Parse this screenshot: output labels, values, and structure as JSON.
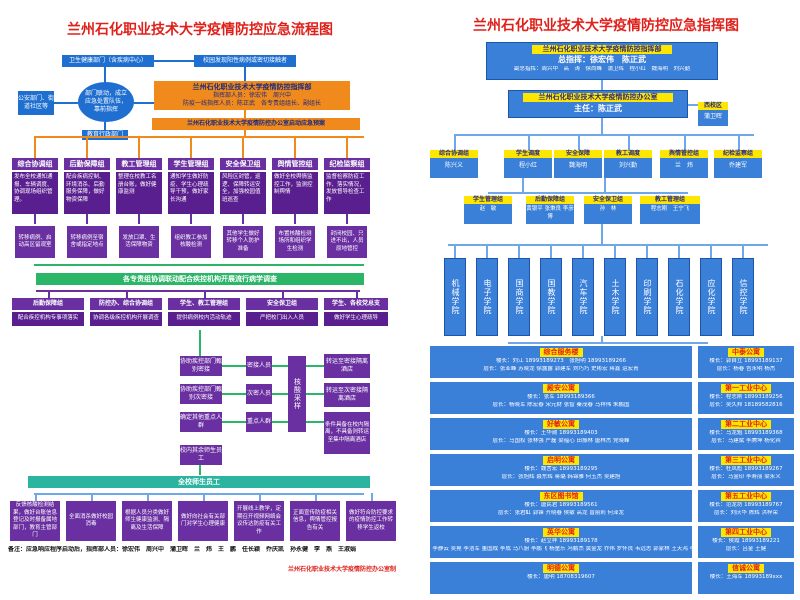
{
  "left": {
    "title": "兰州石化职业技术大学疫情防控应急流程图",
    "health_dept": "卫生健康部门（含疾病中心）",
    "campus_report": "校园发现阳性病例或密切接触者",
    "public_security": "公安部门、街道社区等",
    "dept_link": "部门联动，成立应急处置队伍，靠前指挥",
    "edu_dept": "教育行政部门",
    "hq": {
      "title": "兰州石化职业技术大学疫情防控指挥部",
      "line1": "指挥部人员：徐宏伟　周兴中",
      "line2": "防疫一线指挥人员：陈正武　各专责组组长、副组长"
    },
    "office_plan": "兰州石化职业技术大学疫情防控办公室启动应急预案",
    "groups": [
      {
        "name": "综合协调组",
        "desc": "发布全校通知通报、车辆调度、协调现场组织管理。"
      },
      {
        "name": "后勤保障组",
        "desc": "配合疾病控制、环境消杀、后勤服务保障，做好物资保障"
      },
      {
        "name": "教工管理组",
        "desc": "整理在校教工名册台账，做好健康监测"
      },
      {
        "name": "学生管理组",
        "desc": "通知学生做好防疫、学生心理疏导干预，做好家长沟通"
      },
      {
        "name": "安全保卫组",
        "desc": "风险区封管，巡逻、保障转运安全，加强校园值班巡查"
      },
      {
        "name": "舆情管控组",
        "desc": "做好全校舆情监控工作，监测控制舆情"
      },
      {
        "name": "纪检监察组",
        "desc": "监督检察防疫工作、落实情况，发放督导检查工作"
      }
    ],
    "subs": [
      {
        "text": "转移病例、启动高区留观室"
      },
      {
        "text": "转移病例至宿舍或指定地点"
      },
      {
        "text": "发放口罩、生活保障物资"
      },
      {
        "text": "组织教工参加核酸检测"
      },
      {
        "text": "其他学生做好转移个人防护准备"
      },
      {
        "text": "布置核酸检测场所和组织学生检测"
      },
      {
        "text": "封闭校园、只进不出，人员原地管控"
      }
    ],
    "green_bar": "各专责组协调联动配合疾控机构开展流行病学调查",
    "row2": [
      {
        "name": "后勤保障组",
        "desc": "配合疾控机构专事项落实"
      },
      {
        "name": "防控办、综合协调组",
        "desc": "协调各级疾控机构开展调查"
      },
      {
        "name": "学生、教工管理组",
        "desc": "提供病例校内活动轨迹"
      },
      {
        "name": "安全保卫组",
        "desc": "严把校门出入人员"
      },
      {
        "name": "学生、各校党总支",
        "desc": "做好学生心理疏导"
      }
    ],
    "center": {
      "c1": "协助疾控部门甄别密接",
      "c2": "协助疾控部门甄别次密接",
      "c3": "确定其他重点人群",
      "c4": "校内其余师生员工",
      "p1": "密接人员",
      "p2": "次密人员",
      "p3": "重点人群",
      "v": "核酸采样",
      "r1": "转运至密接隔离酒店",
      "r2": "转运至次密接隔离酒店",
      "r3": "条件具备在校内隔离，不具备则转运至集中隔离酒店",
      "all": "全校师生员工"
    },
    "bottom": [
      "反馈核酸检测结果，做好台账信息登记及时报备属地部门，教育主管部门",
      "全面消杀做好校园消毒",
      "根据人员分类做好师生健康监测、隔离及生活保障",
      "做好向社会有关部门对学生心理健康",
      "开展线上教学，定期召开视频网络会议传达防疫有关工作",
      "正面宣传防疫相关信息，舆情管控报告有关",
      "做好符合防控要求的疫情防控工作转移学生返校"
    ],
    "note": "备注：应急响应程序启动后，指挥部人员：徐宏伟　周兴中　蒲卫晖　兰　炜　王　鹏　任长颖　乔庆凯　孙永健　李　燕　王淑娟",
    "footer": "兰州石化职业技术大学疫情防控办公室制"
  },
  "right": {
    "title": "兰州石化职业技术大学疫情防控应急指挥图",
    "hq": {
      "title": "兰州石化职业技术大学疫情防控指挥部",
      "leads": "总指挥：徐宏伟　陈正武",
      "members": "副总指挥：周兴中　高　涛　徐尚峰　蒲卫晖　程小红　魏海明　刘兴勤"
    },
    "office": {
      "title": "兰州石化职业技术大学疫情防控办公室",
      "head": "主任：陈正武"
    },
    "xixiaoqu": {
      "name": "西校区",
      "person": "蒲卫晖"
    },
    "groups": [
      {
        "name": "综合协调组",
        "person": "陈兴义"
      },
      {
        "name": "学生调度",
        "person": "程小红"
      },
      {
        "name": "安全保障",
        "person": "魏海明"
      },
      {
        "name": "教工调度",
        "person": "刘兴勤"
      },
      {
        "name": "舆情管控组",
        "person": "兰　炜"
      },
      {
        "name": "纪检监察组",
        "person": "乔建军"
      }
    ],
    "sub_groups": [
      {
        "name": "学生管理组",
        "person": "赵　敏"
      },
      {
        "name": "后勤保障组",
        "person": "黄银平 张秉良 李彦博"
      },
      {
        "name": "安全保卫组",
        "person": "孙　林"
      },
      {
        "name": "教工管理组",
        "person": "程志刚　王宁飞"
      }
    ],
    "colleges": [
      "机械学院",
      "电子学院",
      "国商学院",
      "国教学院",
      "汽车学院",
      "土木学院",
      "印刷学院",
      "石化学院",
      "应化学院",
      "信控学院"
    ],
    "dorms_left": [
      {
        "name": "综合服务楼",
        "l1": "楼长：刘江 18993189273　张旭明 18993189266",
        "l2": "层长：张亚峰 苏晓龙 徐露露 郭建军 刘巧巧 史彬宏 蒋鑫 运宏青"
      },
      {
        "name": "殿安公寓",
        "l1": "楼长：张军 18993189366",
        "l2": "层长：杨晓军 陈宏春 宋元财 张智 秦茂春 马祥伟 朱鹏国"
      },
      {
        "name": "好敏公寓",
        "l1": "楼长：王华勋 18993189403",
        "l2": "层长：马国权 张林强 严磊 梁蕴心 田振林 唐林杰 党晓峰"
      },
      {
        "name": "启明公寓",
        "l1": "楼长：魏言宏 18993189295",
        "l2": "层长：张旭辉 聂东辉 蒋璐 韩锦雅 何玉杰 吴建旭"
      },
      {
        "name": "东区图书馆",
        "l1": "楼长：唐民君 18993189561",
        "l2": "层长：张君虹 郭锋 齐晓春 侯敏 高龙 曾丽莉 何泽龙"
      },
      {
        "name": "英华公寓",
        "l1": "楼长：赵立祥 18993189178",
        "l2": "层长：李静云 吴晃 李浩军 董国成 李成 马八厨 李鹏飞 杨童乐 冯鹏杰 黄金龙 乔伟 罗怀良 韦远志 郭家林 王天鸿 李健林"
      },
      {
        "name": "明德公寓",
        "l1": "楼长：唐明 18708319607",
        "l2": ""
      }
    ],
    "dorms_right": [
      {
        "name": "中泰公寓",
        "l1": "楼长：郭自立 18993189137",
        "l2": "层长：杨春 吉永明 杨杰"
      },
      {
        "name": "第一工业中心",
        "l1": "楼长：程志刚 18993189256",
        "l2": "层长：吴久邦 18189582816"
      },
      {
        "name": "第二工业中心",
        "l1": "楼长：马龙魁 18993189368",
        "l2": "层长：马建斌 李腾坤 杨化宾"
      },
      {
        "name": "第三工业中心",
        "l1": "楼长：杜凤彪 18993189267",
        "l2": "层长：马金印 李寿丽 梁永义"
      },
      {
        "name": "第五工业中心",
        "l1": "楼长：范龙坊 18993189767",
        "l2": "层长：刘庆华 陈辉 洪梓荣"
      },
      {
        "name": "第四工业中心",
        "l1": "楼长：侯霞 18993189221",
        "l2": "层长：吕金 王健"
      },
      {
        "name": "信诚公寓",
        "l1": "楼长：王海军 18993189xxx",
        "l2": ""
      }
    ]
  }
}
